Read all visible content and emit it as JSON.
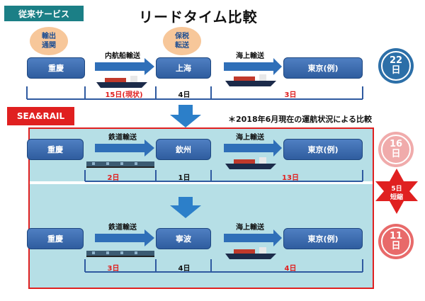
{
  "header": {
    "tag": "従来サービス",
    "title": "リードタイム比較"
  },
  "conventional": {
    "bubble1": [
      "輸出",
      "通関"
    ],
    "bubble2": [
      "保税",
      "転送"
    ],
    "origin": "重慶",
    "transit": "上海",
    "dest": "東京(例)",
    "mode1": "内航船輸送",
    "mode2": "海上輸送",
    "days1": "15日(現状)",
    "days2": "4日",
    "days3": "3日",
    "total": [
      "22",
      "日"
    ]
  },
  "note": "＊2018年6月現在の運航状況による比較",
  "sea_rail": {
    "tag": "SEA&RAIL",
    "route1": {
      "origin": "重慶",
      "transit": "欽州",
      "dest": "東京(例)",
      "mode1": "鉄道輸送",
      "mode2": "海上輸送",
      "days1": "2日",
      "days2": "1日",
      "days3": "13日",
      "total": [
        "16",
        "日"
      ]
    },
    "route2": {
      "origin": "重慶",
      "transit": "寧波",
      "dest": "東京(例)",
      "mode1": "鉄道輸送",
      "mode2": "海上輸送",
      "days1": "3日",
      "days2": "4日",
      "days3": "4日",
      "total": [
        "11",
        "日"
      ]
    },
    "saving": [
      "5日",
      "短縮"
    ]
  },
  "colors": {
    "teal": "#1b7f86",
    "red": "#e02020",
    "node": "#2f5d9f",
    "band": "#b6dfe6"
  }
}
